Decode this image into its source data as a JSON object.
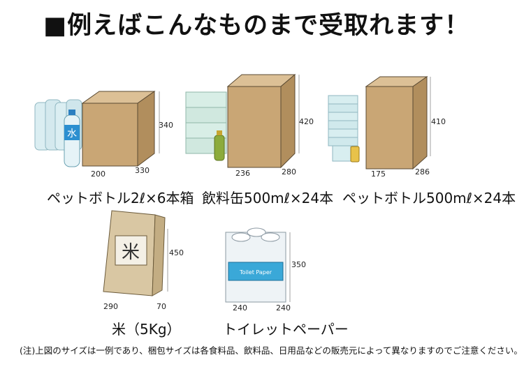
{
  "title": "■例えばこんなものまで受取れます！",
  "items": [
    {
      "caption": "ペットボトル2ℓ×6本箱",
      "height": "340",
      "width": "200",
      "depth": "330",
      "bottle_label": "水"
    },
    {
      "caption": "飲料缶500mℓ×24本",
      "height": "420",
      "width": "236",
      "depth": "280"
    },
    {
      "caption": "ペットボトル500mℓ×24本",
      "height": "410",
      "width": "175",
      "depth": "286"
    },
    {
      "caption": "米（5Kg）",
      "height": "450",
      "width": "290",
      "depth": "70",
      "bag_label": "米"
    },
    {
      "caption": "トイレットペーパー",
      "height": "350",
      "width": "240",
      "depth": "240",
      "pack_label": "Toilet Paper"
    }
  ],
  "note": "(注)上図のサイズは一例であり、梱包サイズは各食料品、飲料品、日用品などの販売元によって異なりますのでご注意ください。",
  "colors": {
    "box_front": "#c9a675",
    "box_top": "#dcc096",
    "box_side": "#b18e5d",
    "outline": "#5a4a33",
    "bottle": "#cfe6ec",
    "rice_bag": "#d9c7a3",
    "toilet_band": "#3aa8d8"
  }
}
